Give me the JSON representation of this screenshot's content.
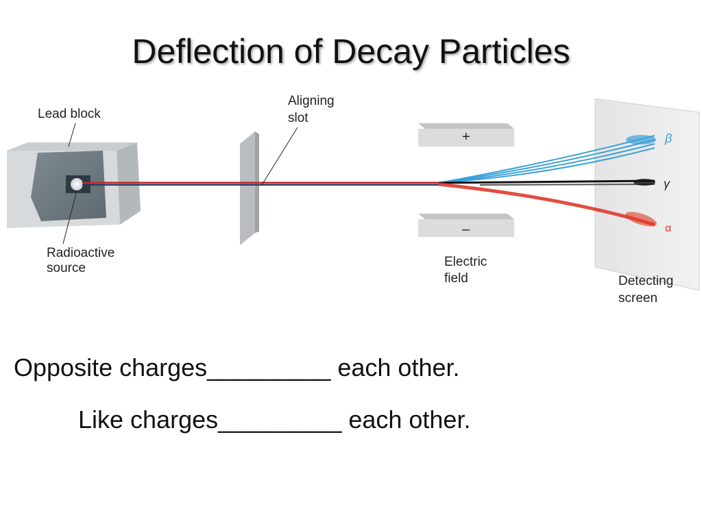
{
  "slide": {
    "title": "Deflection of Decay Particles"
  },
  "diagram": {
    "labels": {
      "lead_block": "Lead block",
      "aligning_slot_1": "Aligning",
      "aligning_slot_2": "slot",
      "radioactive_source_1": "Radioactive",
      "radioactive_source_2": "source",
      "plus_plate": "+",
      "minus_plate": "–",
      "electric_field_1": "Electric",
      "electric_field_2": "field",
      "detecting_screen_1": "Detecting",
      "detecting_screen_2": "screen",
      "beta": "β",
      "gamma": "γ",
      "alpha": "α"
    },
    "colors": {
      "beta_beam": "#3aa0d8",
      "gamma_beam": "#111111",
      "alpha_beam": "#e03a2a",
      "block": "#9aa3a8",
      "plate": "#d8d8d8"
    }
  },
  "text": {
    "line1": "Opposite charges_________ each other.",
    "line2": "Like charges_________ each other."
  }
}
